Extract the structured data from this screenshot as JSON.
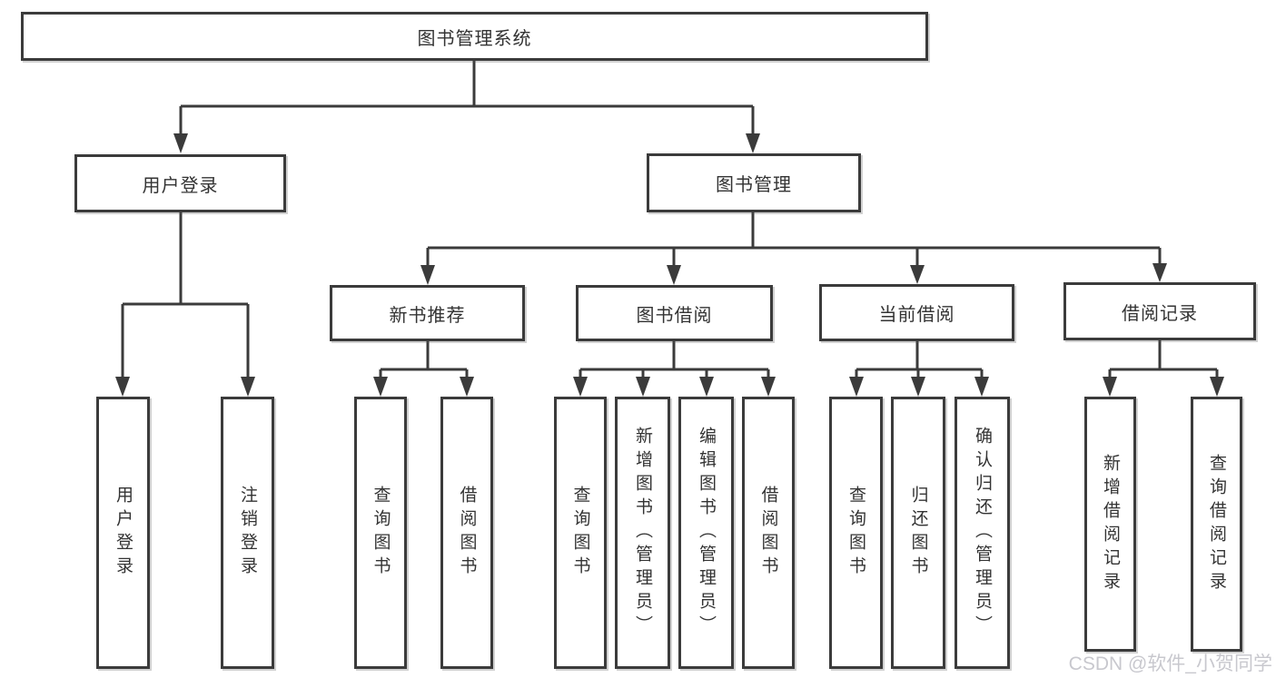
{
  "diagram": {
    "title": "图书管理系统",
    "hierarchy": {
      "图书管理系统": {
        "用户登录": [
          "用户登录",
          "注销登录"
        ],
        "图书管理": {
          "新书推荐": [
            "查询图书",
            "借阅图书"
          ],
          "图书借阅": [
            "查询图书",
            "新增图书（管理员）",
            "编辑图书（管理员）",
            "借阅图书"
          ],
          "当前借阅": [
            "查询图书",
            "归还图书",
            "确认归还（管理员）"
          ],
          "借阅记录": [
            "新增借阅记录",
            "查询借阅记录"
          ]
        }
      }
    }
  },
  "nodes": {
    "root": {
      "label": "图书管理系统"
    },
    "user_login": {
      "label": "用户登录"
    },
    "book_mgmt": {
      "label": "图书管理"
    },
    "new_book_rec": {
      "label": "新书推荐"
    },
    "book_borrow": {
      "label": "图书借阅"
    },
    "current_borrow": {
      "label": "当前借阅"
    },
    "borrow_record": {
      "label": "借阅记录"
    },
    "leaf_user_login": {
      "label": "用户登录"
    },
    "leaf_logout": {
      "label": "注销登录"
    },
    "leaf_rec_query": {
      "label": "查询图书"
    },
    "leaf_rec_borrow": {
      "label": "借阅图书"
    },
    "leaf_bb_query": {
      "label": "查询图书"
    },
    "leaf_bb_add": {
      "label": "新增图书（管理员）"
    },
    "leaf_bb_edit": {
      "label": "编辑图书（管理员）"
    },
    "leaf_bb_borrow": {
      "label": "借阅图书"
    },
    "leaf_cb_query": {
      "label": "查询图书"
    },
    "leaf_cb_return": {
      "label": "归还图书"
    },
    "leaf_cb_confirm": {
      "label": "确认归还（管理员）"
    },
    "leaf_br_add": {
      "label": "新增借阅记录"
    },
    "leaf_br_query": {
      "label": "查询借阅记录"
    }
  },
  "watermark": {
    "text": "CSDN @软件_小贺同学"
  },
  "colors": {
    "line": "#3b3b3b",
    "box_border": "#3b3b3b",
    "text": "#333333",
    "watermark": "#c5c5cb",
    "background": "#ffffff"
  }
}
